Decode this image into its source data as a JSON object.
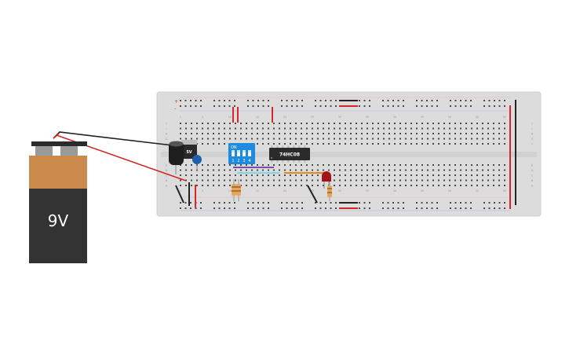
{
  "battery": {
    "label": "9V"
  },
  "voltage_regulator": {
    "label": "5V"
  },
  "dip_switch": {
    "header": "ON",
    "positions": [
      "1",
      "2",
      "3",
      "4"
    ]
  },
  "ic": {
    "label": "74HC08"
  },
  "breadboard": {
    "column_numbers": [
      "1",
      "5",
      "10",
      "15",
      "20",
      "25",
      "30",
      "35",
      "40",
      "45",
      "50",
      "55",
      "60"
    ],
    "top_rows": [
      "J",
      "I",
      "H",
      "G",
      "F"
    ],
    "bottom_rows": [
      "E",
      "D",
      "C",
      "B",
      "A"
    ],
    "rail_plus": "+",
    "rail_minus": "-"
  },
  "colors": {
    "wire_red": "#d2262b",
    "wire_black": "#222222",
    "wire_purple": "#7b4bb3",
    "wire_cyan": "#7fd3e6",
    "wire_orange": "#e08a1e",
    "battery_top": "#c98a4b",
    "battery_body": "#333333",
    "board": "#dcdcdc",
    "dip_blue": "#1f8be0",
    "led_red": "#a0141a"
  }
}
